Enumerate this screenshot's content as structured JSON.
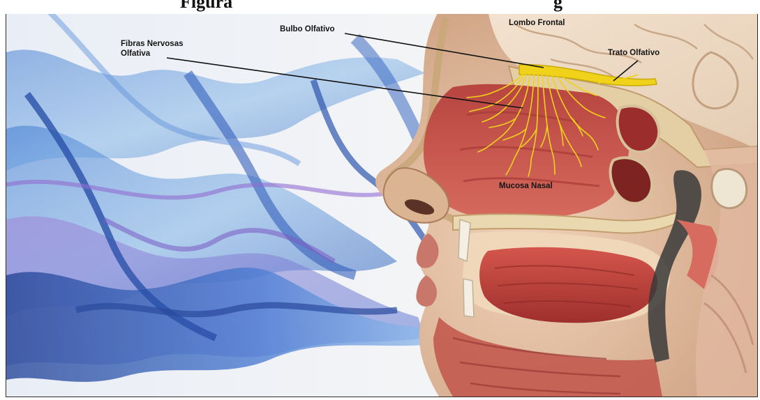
{
  "caption": {
    "left_text": "Figura",
    "right_text": "g"
  },
  "labels": {
    "fibras": [
      "Fibras Nervosas",
      "Olfativa"
    ],
    "bulbo": "Bulbo Olfativo",
    "lombo": "Lombo Frontal",
    "trato": "Trato Olfativo",
    "mucosa": "Mucosa Nasal"
  },
  "colors": {
    "nerve": "#f0d21a",
    "mucosa": "#c9504a",
    "bone": "#e8d6ad",
    "wave_light": "#6fa7df",
    "wave_dark": "#1d48a8",
    "wave_violet": "#8a62cf"
  }
}
